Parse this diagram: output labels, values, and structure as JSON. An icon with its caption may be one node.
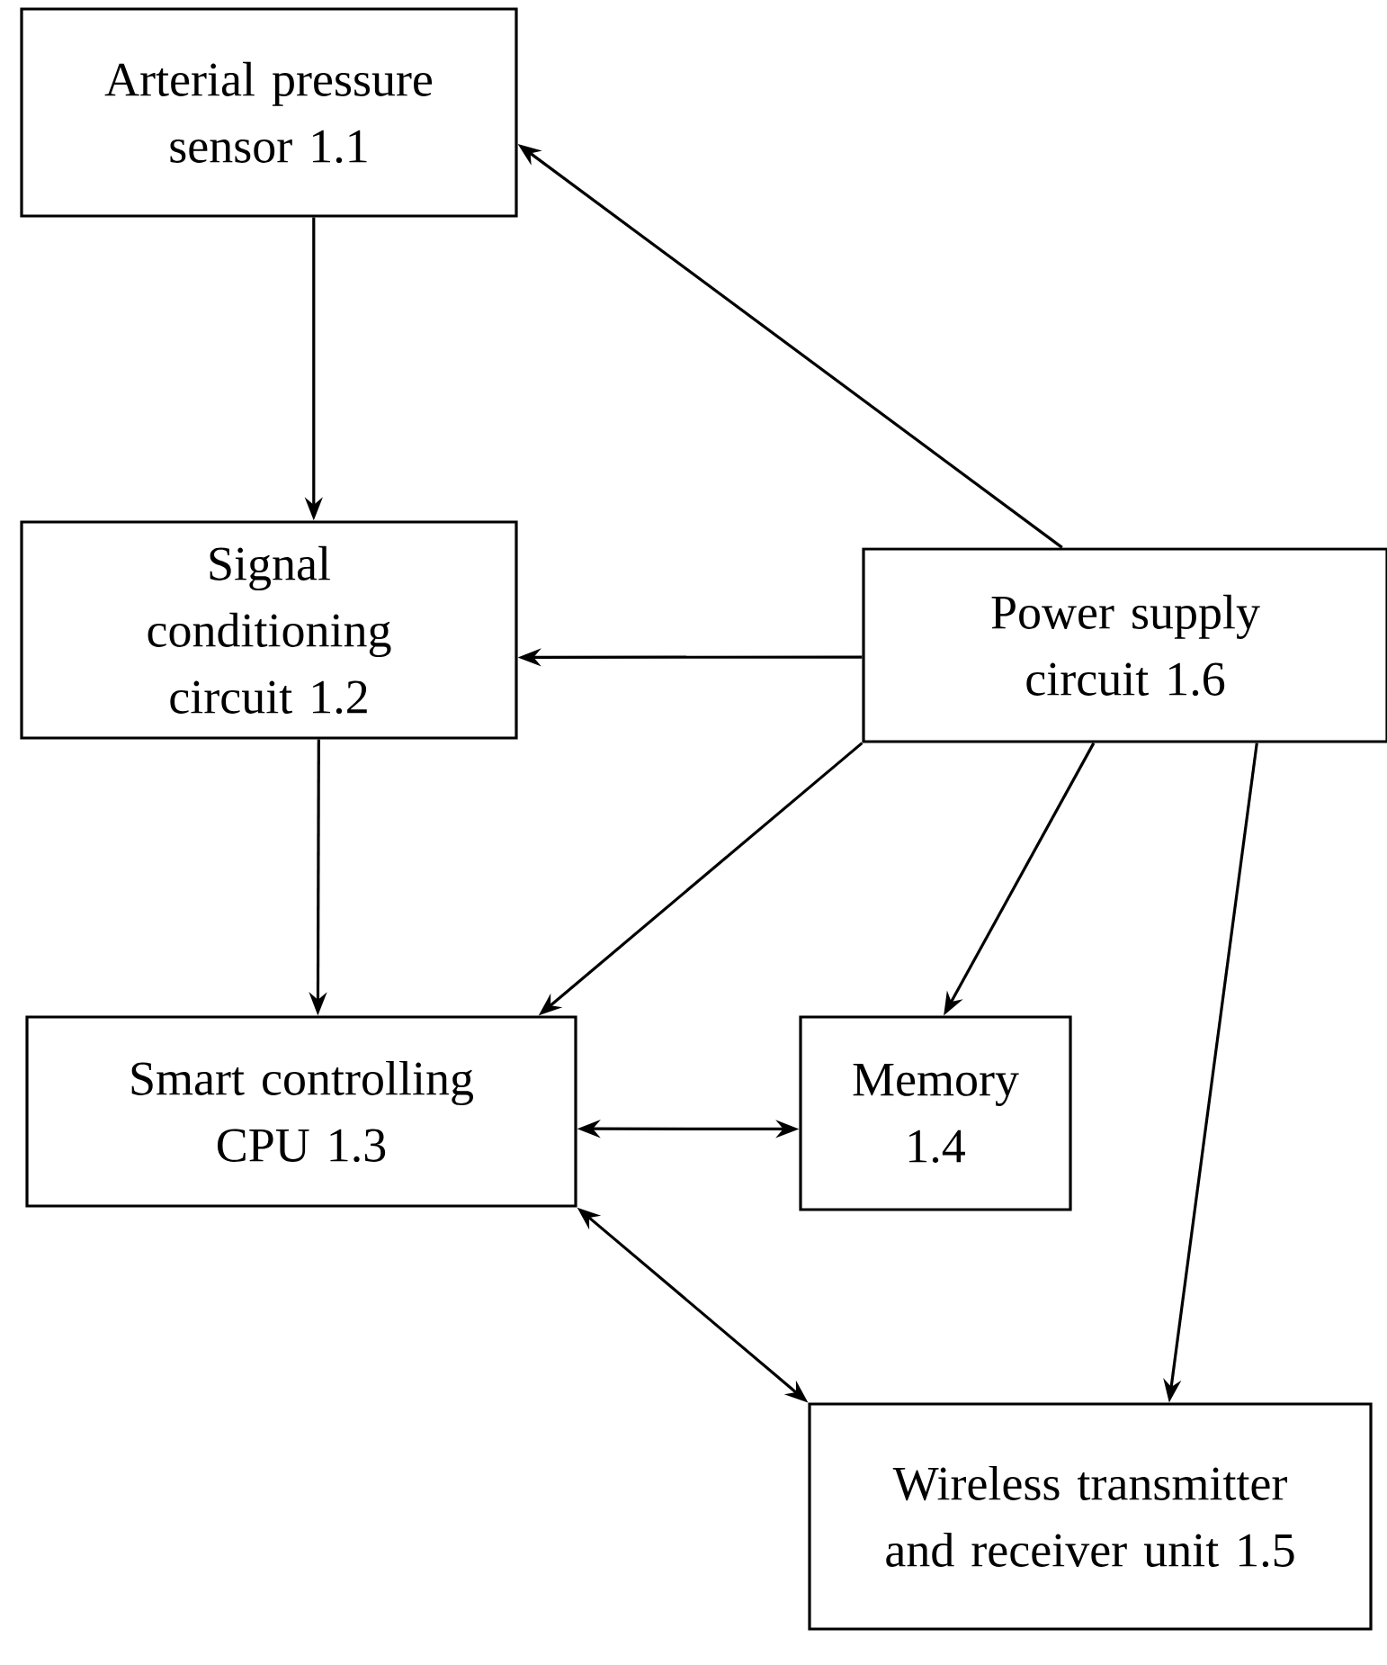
{
  "diagram": {
    "nodes": [
      {
        "text": [
          "Arterial pressure sensor 1.1"
        ]
      },
      {
        "text": [
          "Signal conditioning circuit 1.2"
        ]
      },
      {
        "text": [
          "Power supply circuit 1.6"
        ]
      },
      {
        "text": [
          "Smart controlling CPU 1.3"
        ]
      },
      {
        "text": [
          "Memory 1.4"
        ]
      },
      {
        "text": [
          "Wireless transmitter and receiver unit 1.5"
        ]
      }
    ],
    "edges": [
      {
        "from": 0,
        "to": 1,
        "arrow": "to"
      },
      {
        "from": 2,
        "to": 0,
        "arrow": "to"
      },
      {
        "from": 2,
        "to": 1,
        "arrow": "to"
      },
      {
        "from": 1,
        "to": 3,
        "arrow": "to"
      },
      {
        "from": 2,
        "to": 3,
        "arrow": "to"
      },
      {
        "from": 2,
        "to": 4,
        "arrow": "to"
      },
      {
        "from": 2,
        "to": 5,
        "arrow": "to"
      },
      {
        "from": 3,
        "to": 4,
        "arrow": "both"
      },
      {
        "from": 3,
        "to": 5,
        "arrow": "both"
      }
    ]
  }
}
